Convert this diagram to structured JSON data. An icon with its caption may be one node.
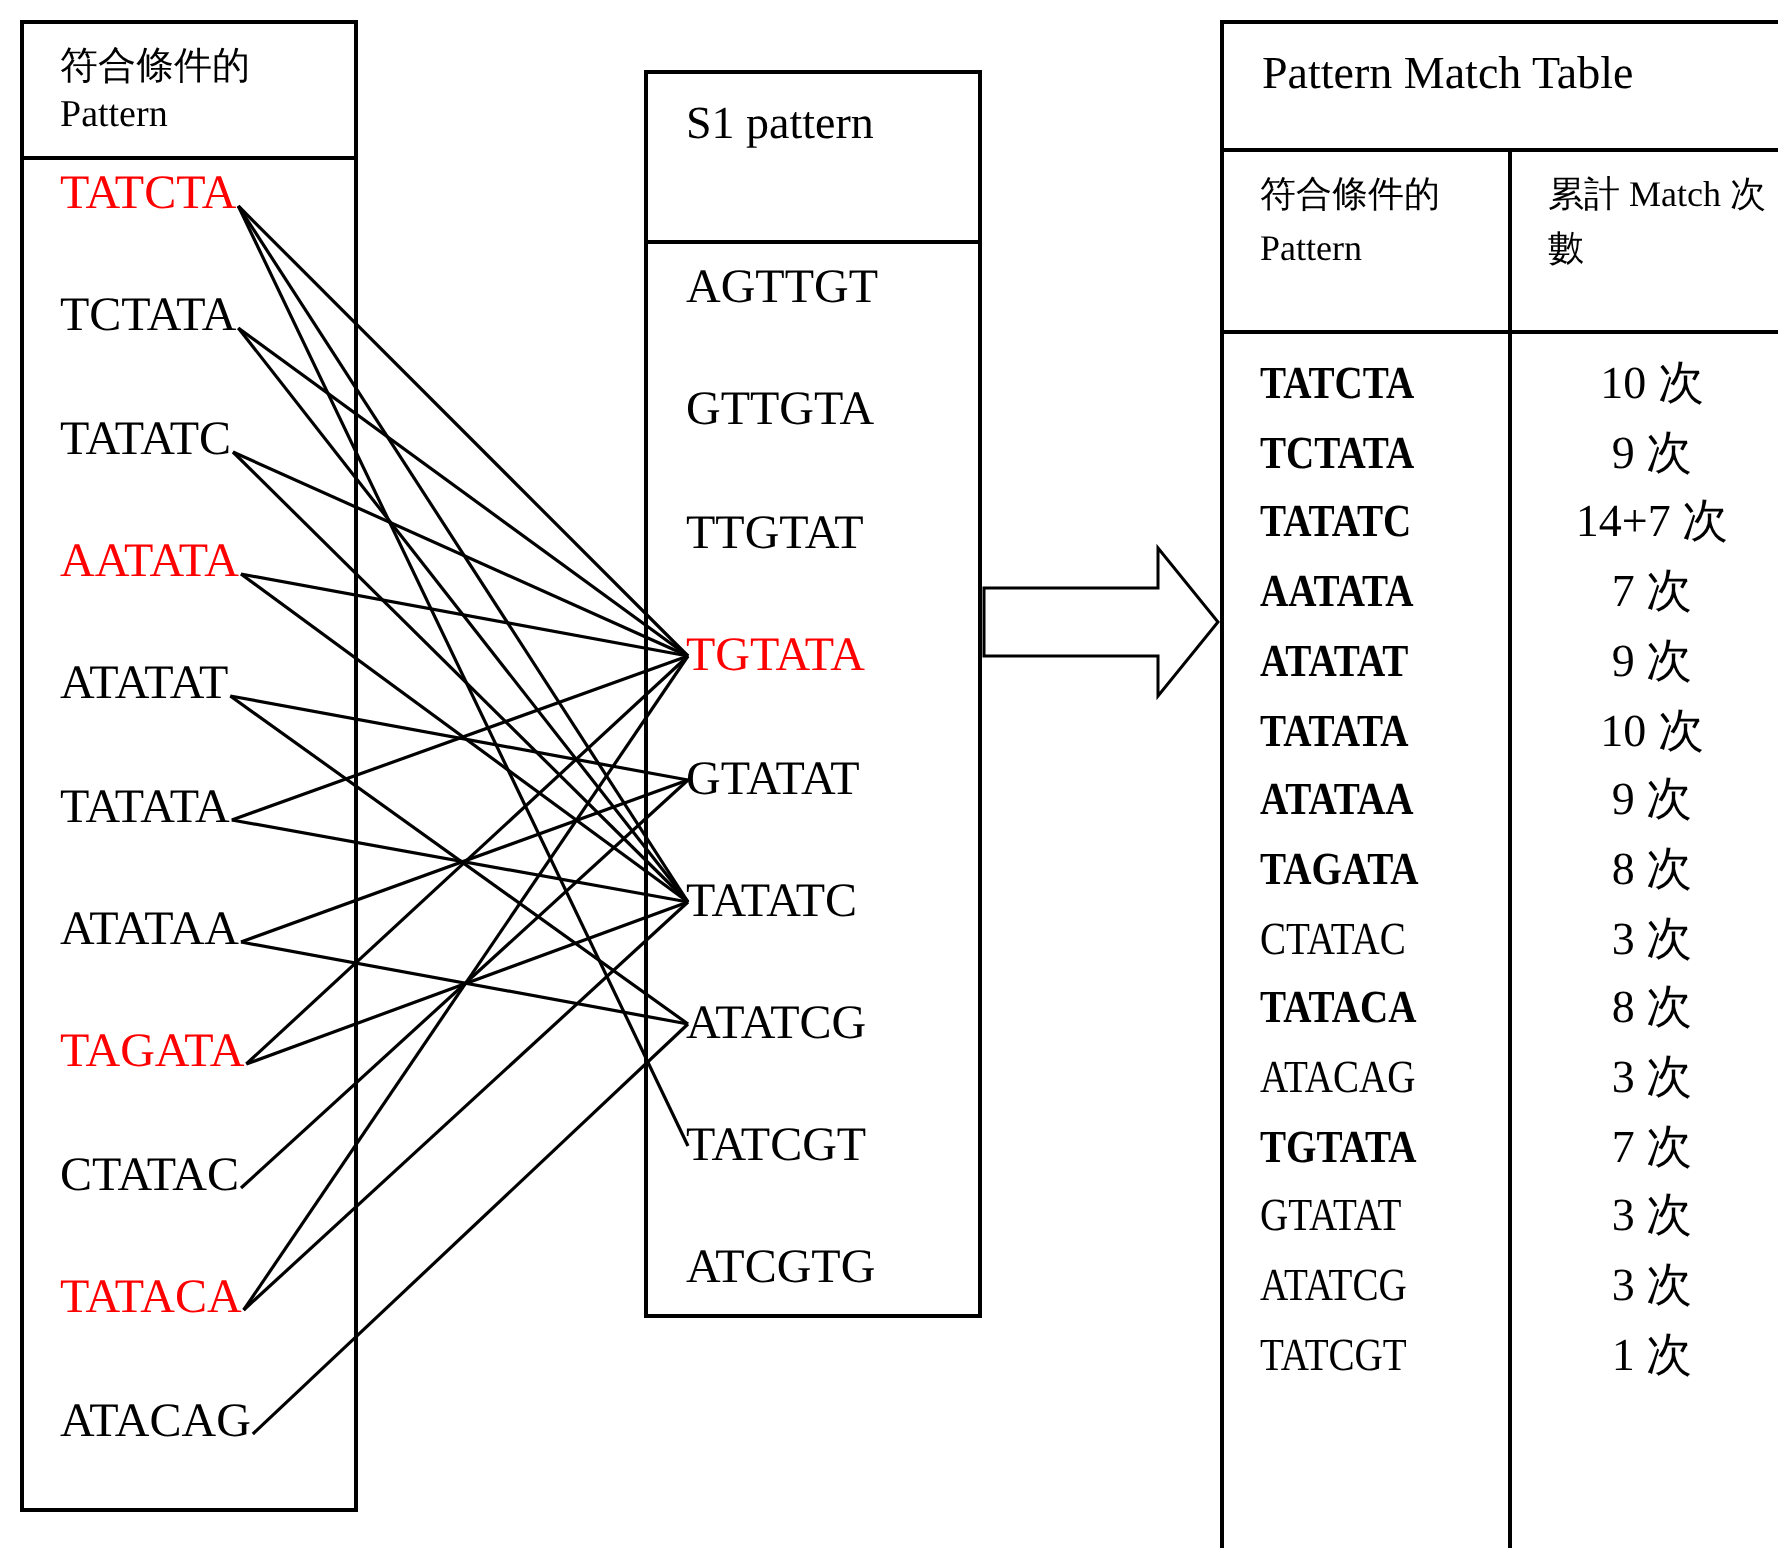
{
  "diagram": {
    "nodes": [
      {
        "text": [
          "符合條件的 Pattern"
        ]
      },
      {
        "text": [
          "TATCTA"
        ],
        "in": 0
      },
      {
        "text": [
          "TCTATA"
        ],
        "in": 0
      },
      {
        "text": [
          "TATATC"
        ],
        "in": 0
      },
      {
        "text": [
          "AATATA"
        ],
        "in": 0
      },
      {
        "text": [
          "ATATAT"
        ],
        "in": 0
      },
      {
        "text": [
          "TATATA"
        ],
        "in": 0
      },
      {
        "text": [
          "ATATAA"
        ],
        "in": 0
      },
      {
        "text": [
          "TAGATA"
        ],
        "in": 0
      },
      {
        "text": [
          "CTATAC"
        ],
        "in": 0
      },
      {
        "text": [
          "TATACA"
        ],
        "in": 0
      },
      {
        "text": [
          "ATACAG"
        ],
        "in": 0
      },
      {
        "text": [
          "S1 pattern"
        ]
      },
      {
        "text": [
          "AGTTGT"
        ],
        "in": 12
      },
      {
        "text": [
          "GTTGTA"
        ],
        "in": 12
      },
      {
        "text": [
          "TTGTAT"
        ],
        "in": 12
      },
      {
        "text": [
          "TGTATA"
        ],
        "in": 12
      },
      {
        "text": [
          "GTATAT"
        ],
        "in": 12
      },
      {
        "text": [
          "TATATC"
        ],
        "in": 12
      },
      {
        "text": [
          "ATATCG"
        ],
        "in": 12
      },
      {
        "text": [
          "TATCGT"
        ],
        "in": 12
      },
      {
        "text": [
          "ATCGTG"
        ],
        "in": 12
      },
      {
        "text": [
          "Pattern Match Table"
        ]
      }
    ],
    "edges": [
      {
        "from": 1,
        "to": 16,
        "arrow": "none"
      },
      {
        "from": 1,
        "to": 18,
        "arrow": "none"
      },
      {
        "from": 1,
        "to": 20,
        "arrow": "none"
      },
      {
        "from": 2,
        "to": 16,
        "arrow": "none"
      },
      {
        "from": 2,
        "to": 18,
        "arrow": "none"
      },
      {
        "from": 3,
        "to": 16,
        "arrow": "none"
      },
      {
        "from": 3,
        "to": 18,
        "arrow": "none"
      },
      {
        "from": 4,
        "to": 16,
        "arrow": "none"
      },
      {
        "from": 4,
        "to": 18,
        "arrow": "none"
      },
      {
        "from": 5,
        "to": 17,
        "arrow": "none"
      },
      {
        "from": 5,
        "to": 19,
        "arrow": "none"
      },
      {
        "from": 6,
        "to": 16,
        "arrow": "none"
      },
      {
        "from": 6,
        "to": 18,
        "arrow": "none"
      },
      {
        "from": 7,
        "to": 17,
        "arrow": "none"
      },
      {
        "from": 7,
        "to": 19,
        "arrow": "none"
      },
      {
        "from": 8,
        "to": 16,
        "arrow": "none"
      },
      {
        "from": 8,
        "to": 18,
        "arrow": "none"
      },
      {
        "from": 9,
        "to": 17,
        "arrow": "none"
      },
      {
        "from": 10,
        "to": 16,
        "arrow": "none"
      },
      {
        "from": 10,
        "to": 18,
        "arrow": "none"
      },
      {
        "from": 11,
        "to": 19,
        "arrow": "none"
      },
      {
        "from": 12,
        "to": 22,
        "arrow": "to"
      }
    ],
    "labels": [
      "符合條件的 Pattern",
      "累計 Match 次數",
      "TATCTA",
      "10 次",
      "TCTATA",
      "9 次",
      "TATATC",
      "14+7 次",
      "AATATA",
      "7 次",
      "ATATAT",
      "9 次",
      "TATATA",
      "10 次",
      "ATATAA",
      "9 次",
      "TAGATA",
      "8 次",
      "CTATAC",
      "3 次",
      "TATACA",
      "8 次",
      "ATACAG",
      "3 次",
      "TGTATA",
      "7 次",
      "GTATAT",
      "3 次",
      "ATATCG",
      "3 次",
      "TATCGT",
      "1 次"
    ]
  }
}
